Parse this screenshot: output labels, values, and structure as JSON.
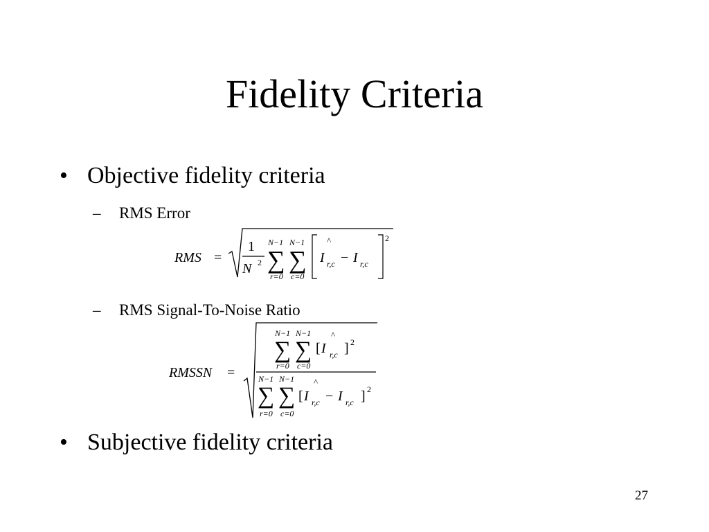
{
  "slide": {
    "title": "Fidelity Criteria",
    "bullets": [
      {
        "marker": "•",
        "text": "Objective fidelity criteria"
      },
      {
        "marker": "•",
        "text": "Subjective fidelity criteria"
      }
    ],
    "sub_items": [
      {
        "marker": "–",
        "text": "RMS Error"
      },
      {
        "marker": "–",
        "text": "RMS Signal-To-Noise Ratio"
      }
    ],
    "formula_rms": {
      "lhs": "RMS",
      "equals": "=",
      "one": "1",
      "N": "N",
      "exp2": "2",
      "upper1": "N−1",
      "upper2": "N−1",
      "lower1": "r=0",
      "lower2": "c=0",
      "hat": "^",
      "I": "I",
      "sub_rc": "r,c",
      "minus": "−",
      "outer_exp": "2"
    },
    "formula_rmssn": {
      "lhs": "RMSSN",
      "equals": "=",
      "upper1": "N−1",
      "upper2": "N−1",
      "lower1": "r=0",
      "lower2": "c=0",
      "hat": "^",
      "I": "I",
      "sub_rc": "r,c",
      "minus": "−",
      "open_br": "[",
      "close_br": "]",
      "exp2": "2"
    },
    "page_number": "27"
  }
}
